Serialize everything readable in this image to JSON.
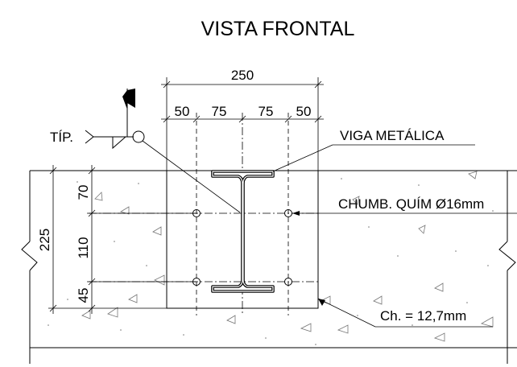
{
  "title": "VISTA FRONTAL",
  "dimensions": {
    "overall_width": "250",
    "sub_1": "50",
    "sub_2": "75",
    "sub_3": "75",
    "sub_4": "50",
    "overall_height": "225",
    "vert_1": "70",
    "vert_2": "110",
    "vert_3": "45"
  },
  "labels": {
    "weld_note": "TÍP.",
    "beam": "VIGA METÁLICA",
    "anchor": "CHUMB. QUÍM Ø16mm",
    "plate": "Ch. = 12,7mm"
  }
}
